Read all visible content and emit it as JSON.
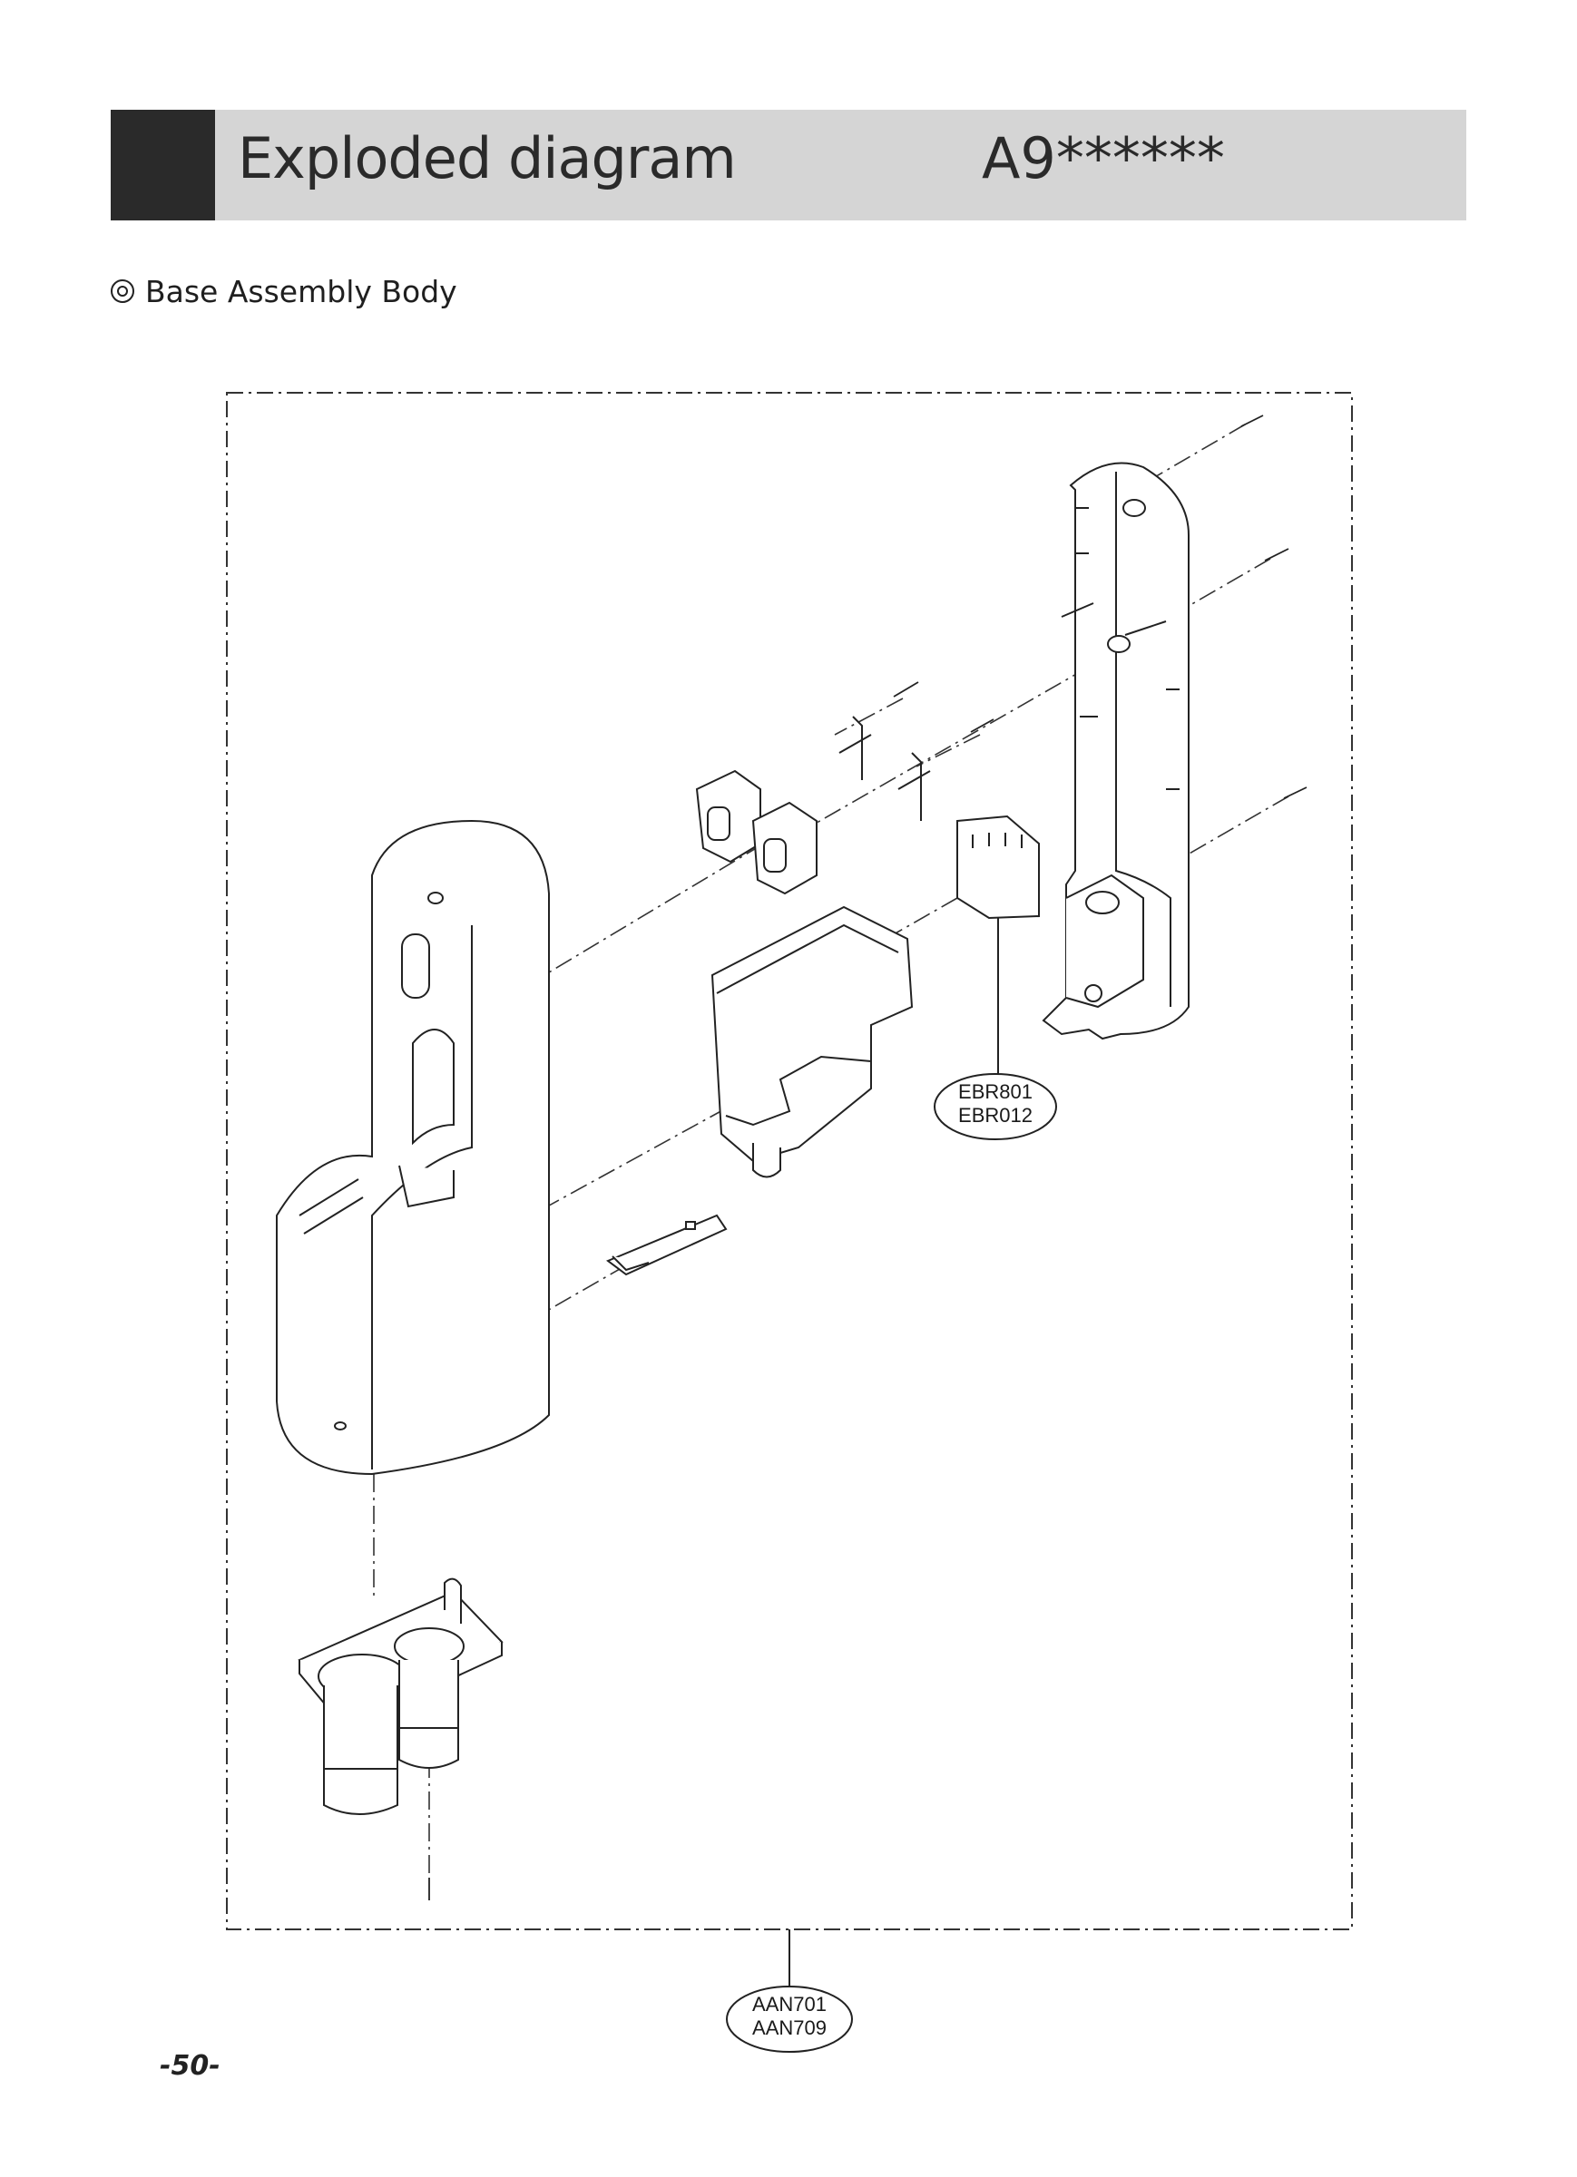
{
  "header": {
    "title": "Exploded diagram",
    "model": "A9******"
  },
  "section": {
    "title": "Base Assembly Body"
  },
  "callouts": {
    "pcb": [
      "EBR801",
      "EBR012"
    ],
    "assembly": [
      "AAN701",
      "AAN709"
    ]
  },
  "page_number": "-50-"
}
